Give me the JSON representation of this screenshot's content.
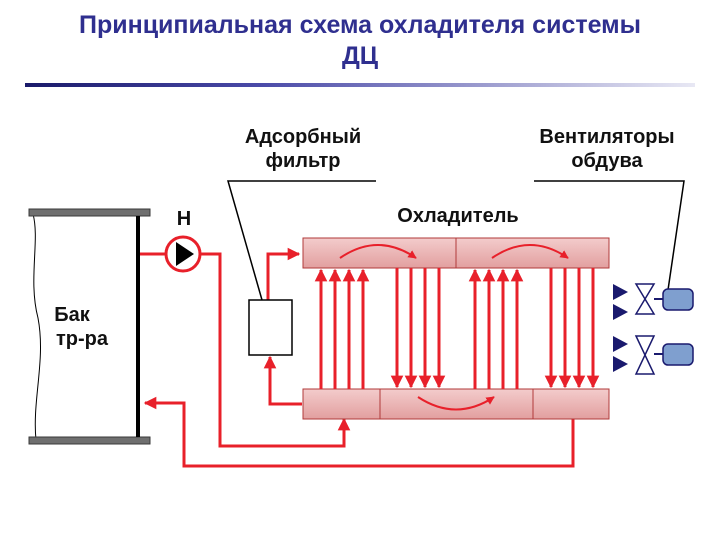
{
  "title": {
    "line1": "Принципиальная схема охладителя системы",
    "line2": "ДЦ"
  },
  "labels": {
    "adsorber_line1": "Адсорбный",
    "adsorber_line2": "фильтр",
    "fans_line1": "Вентиляторы",
    "fans_line2": "обдува",
    "pump": "Н",
    "cooler": "Охладитель",
    "tank_line1": "Бак",
    "tank_line2": "тр-ра"
  },
  "colors": {
    "pipe": "#e8202a",
    "header_fill": "#eab3b3",
    "title": "#2f2f8f",
    "fan_blade": "#1a1a6e",
    "fan_motor": "#7f9fcf"
  }
}
